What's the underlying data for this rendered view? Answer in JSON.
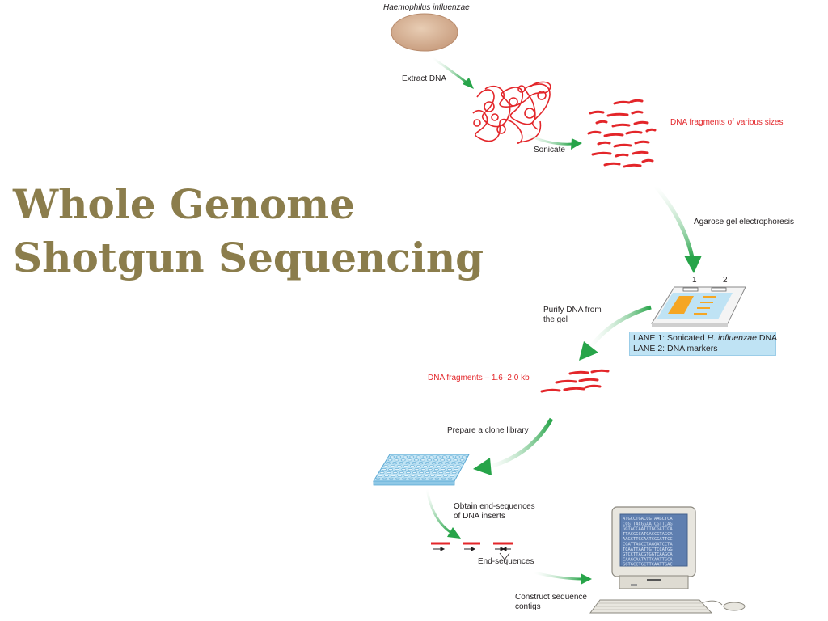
{
  "title": {
    "line1": "Whole Genome",
    "line2": "Shotgun Sequencing"
  },
  "labels": {
    "organism": "Haemophilus influenzae",
    "extract": "Extract DNA",
    "sonicate": "Sonicate",
    "fragments_various": "DNA fragments of various sizes",
    "agarose": "Agarose gel electrophoresis",
    "lane_num_1": "1",
    "lane_num_2": "2",
    "purify_line1": "Purify DNA from",
    "purify_line2": "the gel",
    "lane1_prefix": "LANE 1: Sonicated ",
    "lane1_italic": "H. influenzae",
    "lane1_suffix": " DNA",
    "lane2": "LANE 2: DNA markers",
    "fragments_size": "DNA fragments – 1.6–2.0 kb",
    "clone_library": "Prepare a clone library",
    "end_seq_line1": "Obtain end-sequences",
    "end_seq_line2": "of DNA inserts",
    "end_sequences": "End-sequences",
    "construct_line1": "Construct sequence",
    "construct_line2": "contigs"
  },
  "screen_text": [
    "ATGCCTGACCGTAAGCTCA",
    "CCGTTACGGAATCGTTCAG",
    "GGTACCAATTTGCGATCCA",
    "TTACGGCATGACCGTAGCA",
    "AAGCTTGCAATCGGATTCC",
    "CGATTAGCCTAGGATCCTA",
    "TCAATTAATTGTTCCATGG",
    "GTCCTTACGTGGTCAAGCA",
    "CAAGCAATATTCAATTGCA",
    "GGTGCCTGCTTCAATTGAC"
  ],
  "colors": {
    "title": "#8b7d4c",
    "dna_red": "#e3262a",
    "arrow_green": "#27a449",
    "gel_blue": "#bfe3f4",
    "band_orange": "#f5a623"
  }
}
